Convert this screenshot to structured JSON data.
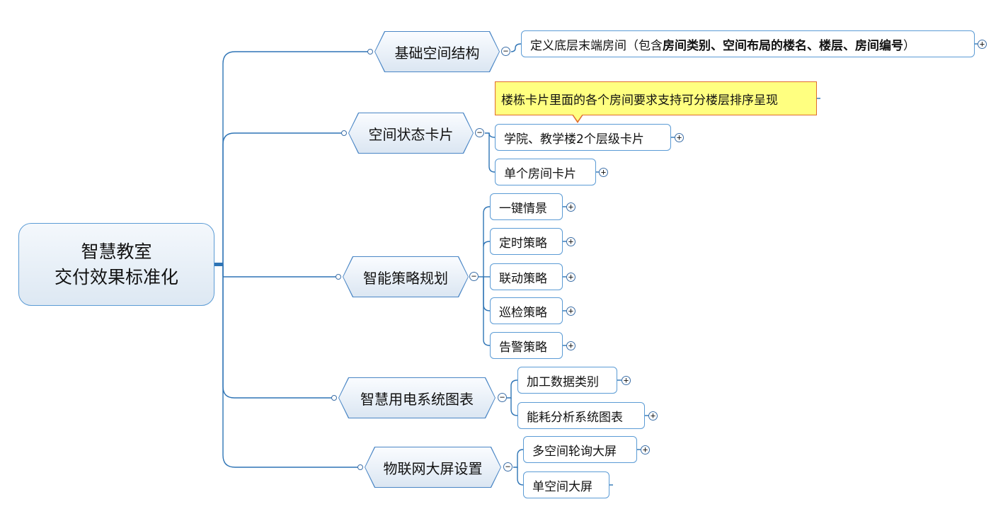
{
  "root": {
    "line1": "智慧教室",
    "line2": "交付效果标准化"
  },
  "branches": {
    "b1": {
      "label": "基础空间结构"
    },
    "b2": {
      "label": "空间状态卡片"
    },
    "b3": {
      "label": "智能策略规划"
    },
    "b4": {
      "label": "智慧用电系统图表"
    },
    "b5": {
      "label": "物联网大屏设置"
    }
  },
  "leaves": {
    "b1_1": {
      "prefix": "定义底层末端房间（包含",
      "bold": "房间类别、空间布局的楼名、楼层、房间编号",
      "suffix": "）"
    },
    "b2_1": "学院、教学楼2个层级卡片",
    "b2_2": "单个房间卡片",
    "b3_1": "一键情景",
    "b3_2": "定时策略",
    "b3_3": "联动策略",
    "b3_4": "巡检策略",
    "b3_5": "告警策略",
    "b4_1": "加工数据类别",
    "b4_2": "能耗分析系统图表",
    "b5_1": "多空间轮询大屏",
    "b5_2": "单空间大屏"
  },
  "callout": "楼栋卡片里面的各个房间要求支持可分楼层排序呈现",
  "toggles": {
    "collapse": "−",
    "expand": "+"
  },
  "colors": {
    "line": "#2e74b5",
    "border": "#5b9bd5",
    "callout_bg": "#ffff80",
    "callout_border": "#e06c2c"
  }
}
